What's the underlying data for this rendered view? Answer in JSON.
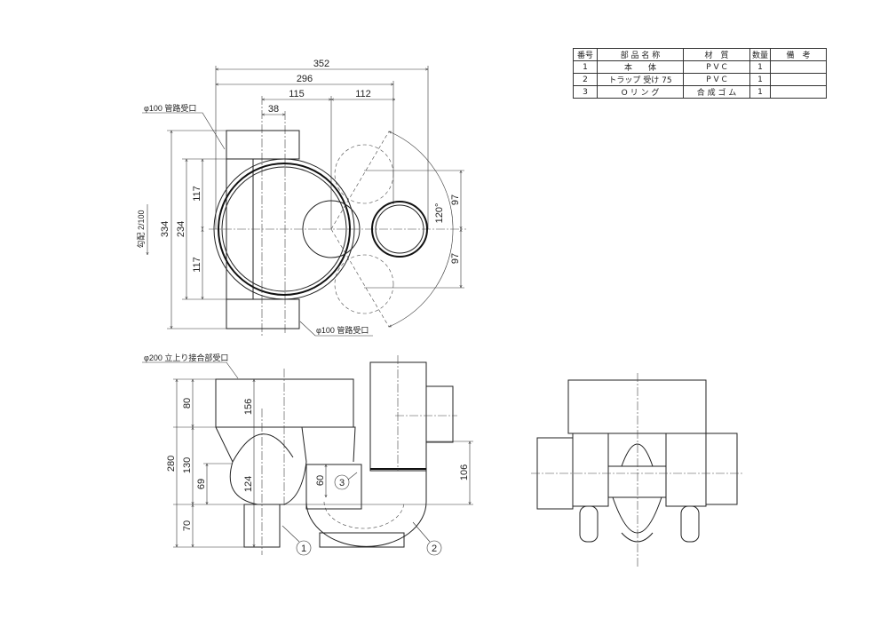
{
  "parts_table": {
    "headers": [
      "番号",
      "部 品 名 称",
      "材　質",
      "数量",
      "備　考"
    ],
    "rows": [
      [
        "1",
        "本　　体",
        "P V C",
        "1",
        ""
      ],
      [
        "2",
        "トラップ 受け 75",
        "P V C",
        "1",
        ""
      ],
      [
        "3",
        "O リ ン グ",
        "合 成 ゴ ム",
        "1",
        ""
      ]
    ]
  },
  "plan_view": {
    "dims": {
      "d352": "352",
      "d296": "296",
      "d115": "115",
      "d112": "112",
      "d38": "38",
      "d334": "334",
      "d234": "234",
      "d117a": "117",
      "d117b": "117",
      "d97a": "97",
      "d97b": "97",
      "angle": "120°"
    },
    "label_top_inlet": "φ100 管路受口",
    "label_bottom_inlet": "φ100 管路受口",
    "slope": "勾配 2/100"
  },
  "side_view": {
    "dims": {
      "d280": "280",
      "d80": "80",
      "d130": "130",
      "d70": "70",
      "d156": "156",
      "d69": "69",
      "d124": "124",
      "d60": "60",
      "d106": "106"
    },
    "label_riser": "φ200 立上り接合部受口",
    "balloons": [
      "1",
      "2",
      "3"
    ]
  }
}
